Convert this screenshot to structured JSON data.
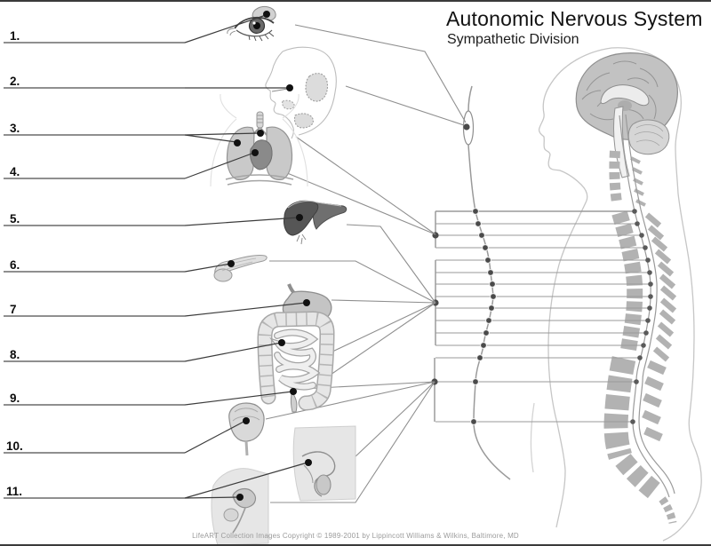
{
  "page": {
    "title": "Autonomic Nervous System",
    "subtitle": "Sympathetic Division"
  },
  "labels": [
    {
      "number": "1."
    },
    {
      "number": "2."
    },
    {
      "number": "3."
    },
    {
      "number": "4."
    },
    {
      "number": "5."
    },
    {
      "number": "6."
    },
    {
      "number": "7"
    },
    {
      "number": "8."
    },
    {
      "number": "9."
    },
    {
      "number": "10."
    },
    {
      "number": "11."
    }
  ],
  "footer": {
    "copyright": "LifeART Collection Images Copyright © 1989-2001 by Lippincott Williams & Wilkins, Baltimore, MD"
  },
  "organ_icons": [
    "eye",
    "salivary-glands",
    "lungs",
    "trachea",
    "heart",
    "liver",
    "pancreas",
    "stomach",
    "large-intestine",
    "small-intestine",
    "rectum",
    "urinary-bladder",
    "male-reproductive-organs",
    "female-reproductive-organs",
    "brain",
    "cerebellum",
    "brainstem",
    "spinal-cord",
    "vertebral-column",
    "superior-cervical-ganglion",
    "sympathetic-chain-ganglia",
    "body-profile"
  ],
  "colors": {
    "text": "#121212",
    "copyright_text": "#9b9b9b",
    "leader_line": "#3c3c3c",
    "answer_blank_line": "#8f8f8f",
    "nerve_line": "#9a9a9a",
    "organ_dot": "#111111",
    "vertebrae": "#b2b2b2",
    "body_outline": "#c6c6c6",
    "liver_fill": "#565656",
    "lung_fill": "#c9c9c9"
  }
}
